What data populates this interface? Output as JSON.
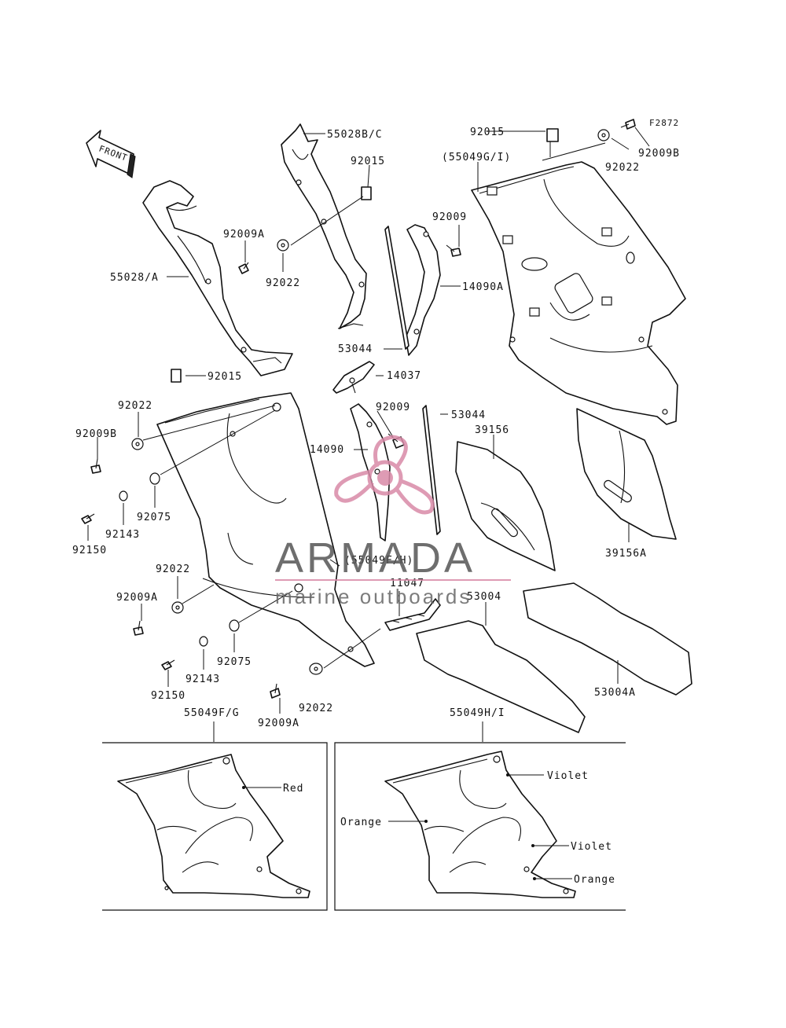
{
  "figure_code": "F2872",
  "front_label": "FRONT",
  "labels": {
    "p55028bc": "55028B/C",
    "p92015_a": "92015",
    "p92015_b": "92015",
    "p92015_c": "92015",
    "p55049gi": "(55049G/I)",
    "p92009b_a": "92009B",
    "p92022_a": "92022",
    "p92009a_a": "92009A",
    "p92022_b": "92022",
    "p55028a": "55028/A",
    "p92009_a": "92009",
    "p14090a": "14090A",
    "p53044_a": "53044",
    "p14037": "14037",
    "p92022_c": "92022",
    "p92009_b": "92009",
    "p53044_b": "53044",
    "p92009b_b": "92009B",
    "p39156": "39156",
    "p14090": "14090",
    "p92075_a": "92075",
    "p92143_a": "92143",
    "p92150_a": "92150",
    "p39156a": "39156A",
    "p55049fh": "(55049F/H)",
    "p92022_d": "92022",
    "p11047": "11047",
    "p53004": "53004",
    "p92009a_b": "92009A",
    "p92075_b": "92075",
    "p92143_b": "92143",
    "p92150_b": "92150",
    "p53004a": "53004A",
    "p92009a_c": "92009A",
    "p92022_e": "92022",
    "p55049fg": "55049F/G",
    "p55049hi": "55049H/I"
  },
  "colors": {
    "red": "Red",
    "violet_1": "Violet",
    "orange_1": "Orange",
    "violet_2": "Violet",
    "orange_2": "Orange"
  },
  "watermark": {
    "brand": "ARMADA",
    "tagline": "marine outboards",
    "accent": "#d98aa8"
  }
}
